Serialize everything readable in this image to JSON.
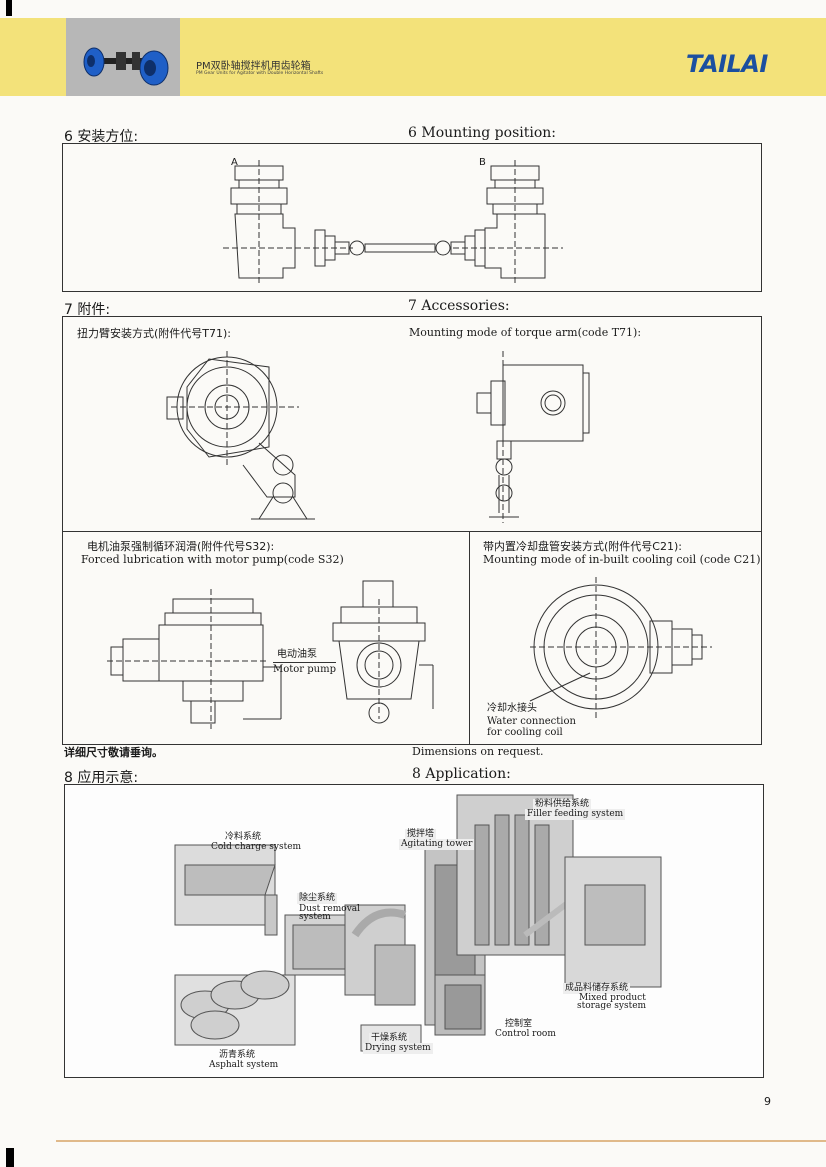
{
  "header": {
    "title_cn": "PM双卧轴搅拌机用齿轮箱",
    "title_en": "PM Gear Units for Agitator with Double Horizontal Shafts",
    "logo": "TAILAI",
    "logo_color": "#1b4fa0",
    "band_color": "#f3e27a"
  },
  "mounting": {
    "title_cn": "6 安装方位:",
    "title_en": "6 Mounting position:",
    "label_a": "A",
    "label_b": "B"
  },
  "accessories": {
    "title_cn": "7 附件:",
    "title_en": "7 Accessories:",
    "torque_arm_cn": "扭力臂安装方式(附件代号T71):",
    "torque_arm_en": "Mounting mode of torque arm(code T71):",
    "pump_cn": "电机油泵强制循环润滑(附件代号S32):",
    "pump_en": "Forced lubrication with motor pump(code S32)",
    "motor_pump_cn": "电动油泵",
    "motor_pump_en": "Motor pump",
    "cooling_cn": "带内置冷却盘管安装方式(附件代号C21):",
    "cooling_en": "Mounting mode of in-built cooling coil (code C21)",
    "water_cn": "冷却水接头",
    "water_en_1": "Water connection",
    "water_en_2": "for cooling coil",
    "note_cn": "详细尺寸敬请垂询。",
    "note_en": "Dimensions on request."
  },
  "application": {
    "title_cn": "8 应用示意:",
    "title_en": "8 Application:",
    "labels": {
      "cold_cn": "冷料系统",
      "cold_en": "Cold charge system",
      "dust_cn": "除尘系统",
      "dust_en_1": "Dust removal",
      "dust_en_2": "system",
      "agit_cn": "搅拌塔",
      "agit_en": "Agitating tower",
      "filler_cn": "粉料供给系统",
      "filler_en": "Filler feeding system",
      "mixed_cn": "成品料储存系统",
      "mixed_en_1": "Mixed product",
      "mixed_en_2": "storage system",
      "asphalt_cn": "沥青系统",
      "asphalt_en": "Asphalt system",
      "drying_cn": "干燥系统",
      "drying_en": "Drying system",
      "control_cn": "控制室",
      "control_en": "Control room"
    }
  },
  "page_number": "9"
}
